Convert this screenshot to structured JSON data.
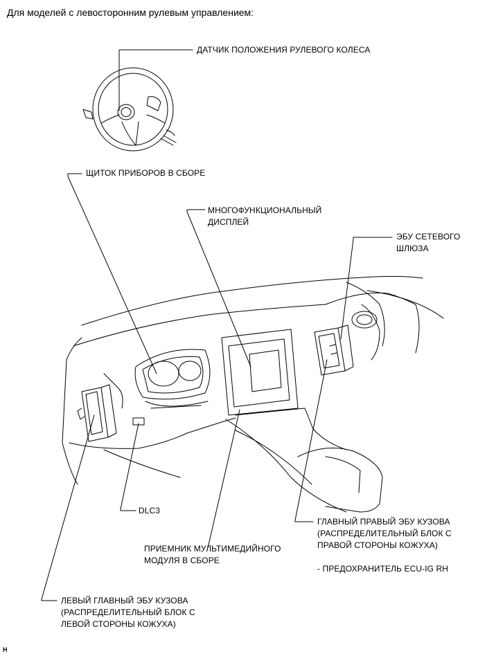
{
  "heading": "Для моделей с левосторонним рулевым управлением:",
  "labels": {
    "steering_sensor": "ДАТЧИК ПОЛОЖЕНИЯ РУЛЕВОГО КОЛЕСА",
    "instrument_cluster": "ЩИТОК ПРИБОРОВ В СБОРЕ",
    "multi_display_1": "МНОГОФУНКЦИОНАЛЬНЫЙ",
    "multi_display_2": "ДИСПЛЕЙ",
    "gateway_ecu_1": "ЭБУ СЕТЕВОГО",
    "gateway_ecu_2": "ШЛЮЗА",
    "dlc3": "DLC3",
    "main_body_ecu_rh_1": "ГЛАВНЫЙ ПРАВЫЙ ЭБУ КУЗОВА",
    "main_body_ecu_rh_2": "(РАСПРЕДЕЛИТЕЛЬНЫЙ БЛОК С",
    "main_body_ecu_rh_3": "ПРАВОЙ СТОРОНЫ КОЖУХА)",
    "fuse_note": "- ПРЕДОХРАНИТЕЛЬ ECU-IG RH",
    "multimedia_receiver_1": "ПРИЕМНИК МУЛЬТИМЕДИЙНОГО",
    "multimedia_receiver_2": "МОДУЛЯ В СБОРЕ",
    "main_body_ecu_lh_1": "ЛЕВЫЙ ГЛАВНЫЙ ЭБУ КУЗОВА",
    "main_body_ecu_lh_2": "(РАСПРЕДЕЛИТЕЛЬНЫЙ БЛОК С",
    "main_body_ecu_lh_3": "ЛЕВОЙ СТОРОНЫ КОЖУХА)"
  },
  "footer_code": "H"
}
